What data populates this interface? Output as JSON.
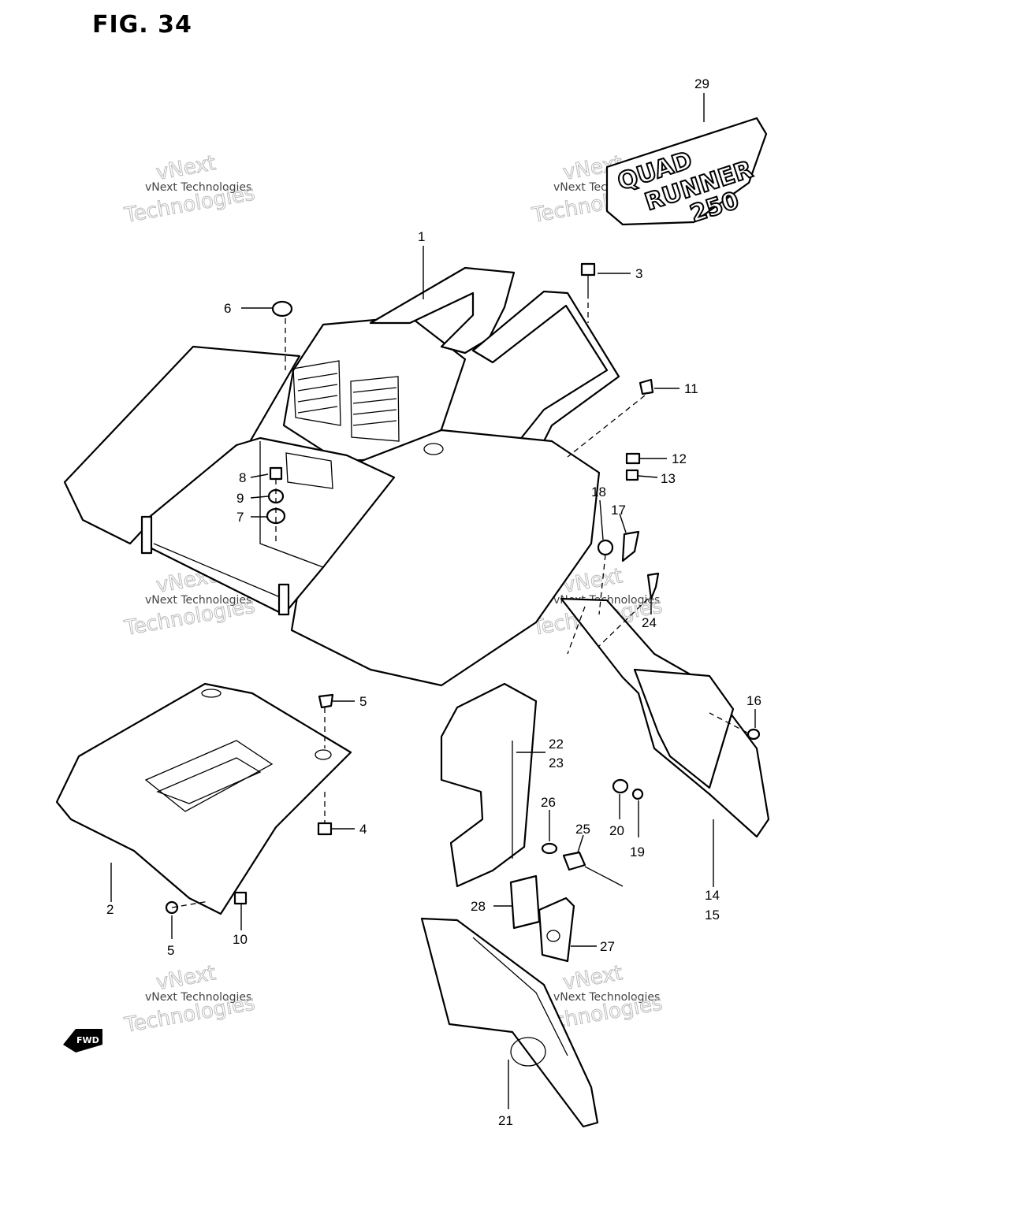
{
  "figure": {
    "title": "FIG. 34"
  },
  "watermark": {
    "line1": "vNext",
    "line2": "vNext Technologies",
    "line3": "Technologies"
  },
  "emblem": {
    "line1": "QUAD",
    "line2": "RUNNER",
    "line3": "250"
  },
  "direction_marker": {
    "text": "FWD"
  },
  "callouts": [
    "1",
    "2",
    "3",
    "4",
    "5",
    "5",
    "6",
    "7",
    "8",
    "9",
    "10",
    "11",
    "12",
    "13",
    "14",
    "15",
    "16",
    "17",
    "18",
    "19",
    "20",
    "21",
    "22",
    "23",
    "24",
    "25",
    "26",
    "27",
    "28",
    "29"
  ]
}
